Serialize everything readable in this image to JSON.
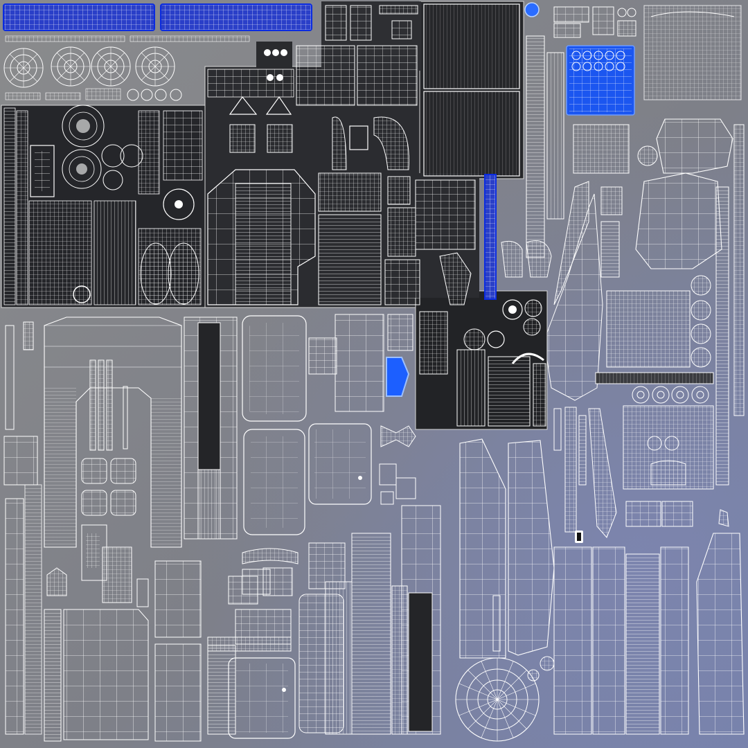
{
  "sheet": {
    "background_left": "#838486",
    "background_right": "#7c84a2",
    "dark_region": "#2b2c2f",
    "wire_color": "#ffffff",
    "highlight_color": "#1e64ff"
  },
  "islands": {
    "highlighted_count": 5,
    "circular_hubs": [
      "wheel-hub",
      "wheel-hub",
      "wheel-hub",
      "wheel-hub",
      "rotor-disc",
      "rotor-disc"
    ]
  }
}
